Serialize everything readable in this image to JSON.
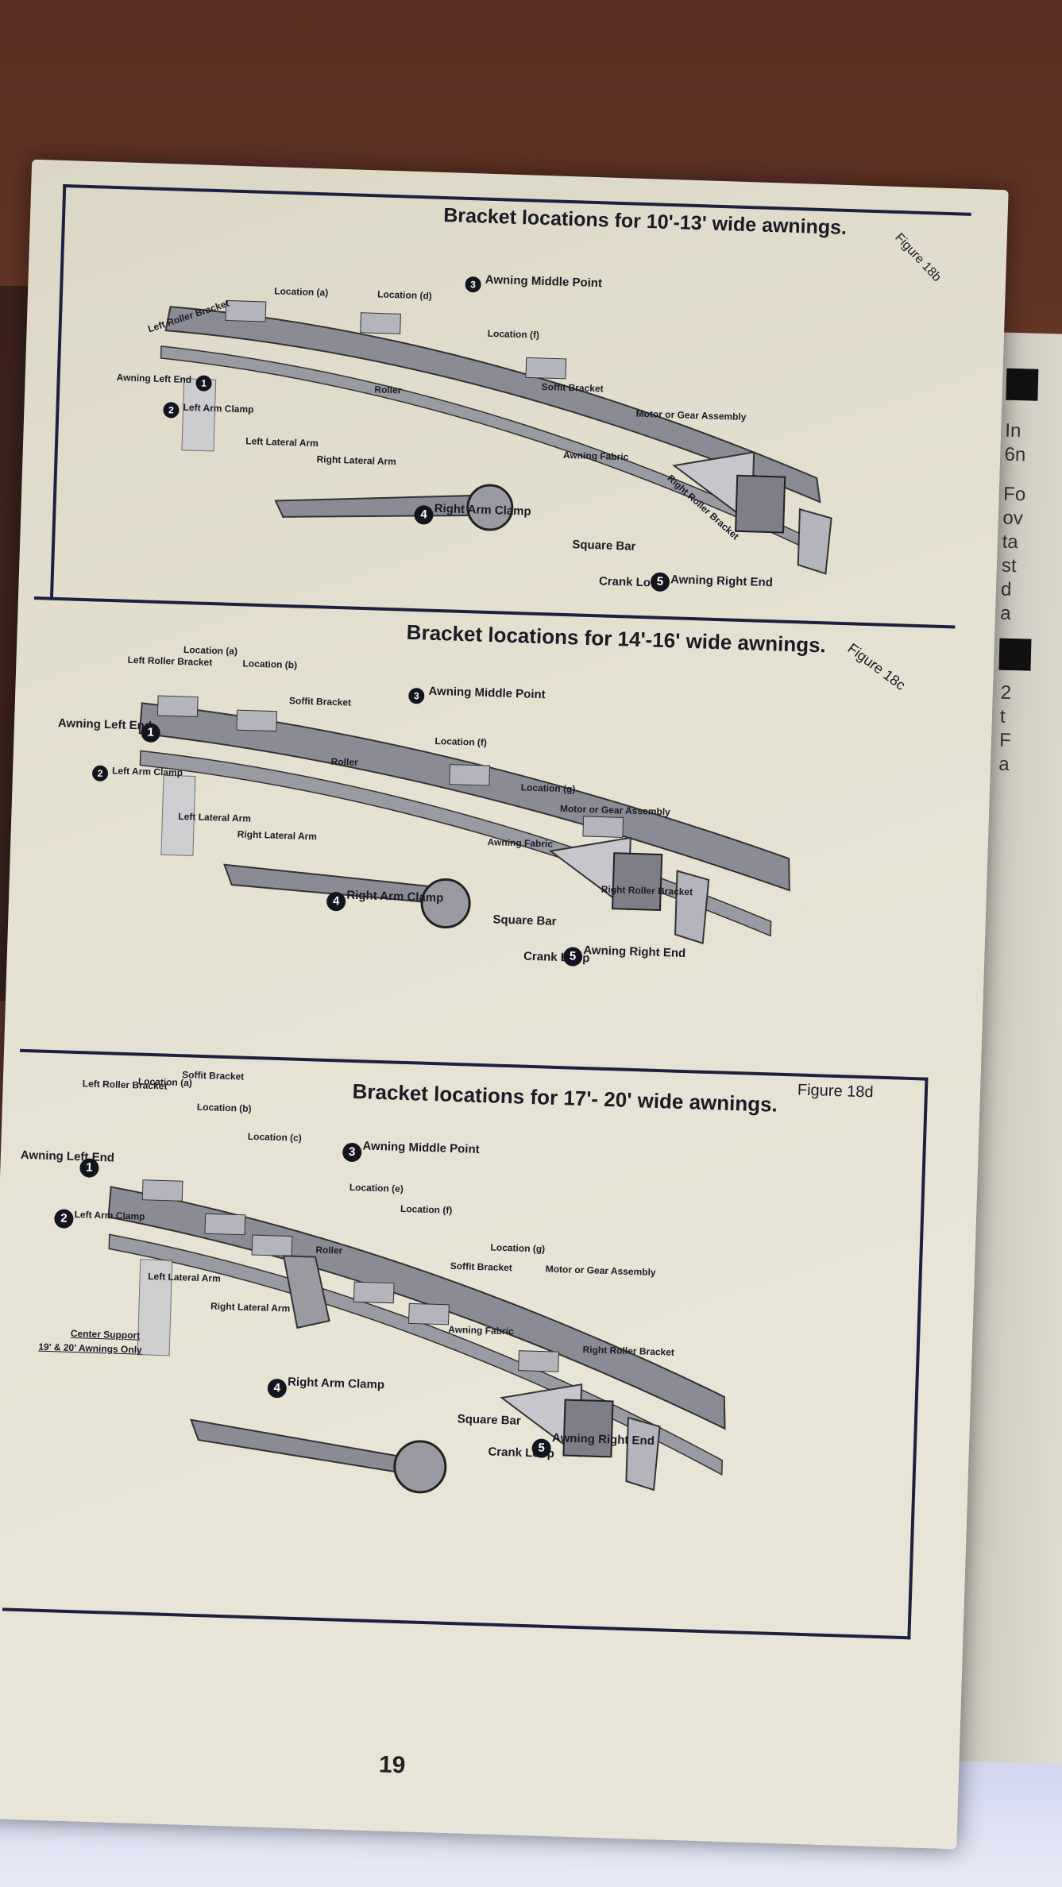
{
  "colors": {
    "ink": "#1c2140",
    "paper": "#e6e2d2",
    "metal": "#8b8b96",
    "metal_light": "#b4b4bd"
  },
  "panels": [
    {
      "title": "Bracket locations for 10'-13' wide awnings.",
      "figure": "Figure 18b",
      "labels": {
        "left_roller_bracket": "Left Roller Bracket",
        "location_a": "Location (a)",
        "location_d": "Location (d)",
        "middle_point": "Awning Middle Point",
        "location_f": "Location (f)",
        "left_end": "Awning Left End",
        "roller": "Roller",
        "soffit_bracket": "Soffit Bracket",
        "left_arm_clamp": "Left Arm Clamp",
        "motor": "Motor or Gear Assembly",
        "left_lateral_arm": "Left Lateral Arm",
        "right_lateral_arm": "Right Lateral Arm",
        "awning_fabric": "Awning Fabric",
        "right_arm_clamp": "Right Arm Clamp",
        "right_roller_bracket": "Right Roller Bracket",
        "square_bar": "Square Bar",
        "crank_loop": "Crank Loop",
        "right_end": "Awning Right End"
      }
    },
    {
      "title": "Bracket locations for 14'-16' wide awnings.",
      "figure": "Figure 18c",
      "labels": {
        "left_roller_bracket": "Left Roller Bracket",
        "location_a": "Location (a)",
        "location_b": "Location (b)",
        "soffit_bracket": "Soffit Bracket",
        "middle_point": "Awning Middle Point",
        "left_end": "Awning Left End",
        "location_f": "Location (f)",
        "roller": "Roller",
        "left_arm_clamp": "Left Arm Clamp",
        "location_g": "Location (g)",
        "motor": "Motor or Gear Assembly",
        "left_lateral_arm": "Left Lateral Arm",
        "right_lateral_arm": "Right Lateral Arm",
        "awning_fabric": "Awning Fabric",
        "right_arm_clamp": "Right Arm Clamp",
        "right_roller_bracket": "Right Roller Bracket",
        "square_bar": "Square Bar",
        "crank_loop": "Crank Loop",
        "right_end": "Awning Right End"
      }
    },
    {
      "title": "Bracket locations for 17'- 20' wide awnings.",
      "figure": "Figure 18d",
      "labels": {
        "left_roller_bracket": "Left Roller Bracket",
        "location_a": "Location (a)",
        "soffit_bracket": "Soffit Bracket",
        "location_b": "Location (b)",
        "location_c": "Location (c)",
        "middle_point": "Awning Middle Point",
        "left_end": "Awning Left End",
        "location_e": "Location (e)",
        "location_f": "Location (f)",
        "left_arm_clamp": "Left Arm Clamp",
        "roller": "Roller",
        "soffit_bracket_2": "Soffit Bracket",
        "location_g": "Location (g)",
        "motor": "Motor or Gear Assembly",
        "left_lateral_arm": "Left Lateral Arm",
        "right_lateral_arm": "Right Lateral Arm",
        "awning_fabric": "Awning Fabric",
        "right_roller_bracket": "Right Roller Bracket",
        "center_support": "Center Support",
        "center_support_note": "19' & 20' Awnings Only",
        "right_arm_clamp": "Right Arm Clamp",
        "square_bar": "Square Bar",
        "crank_loop": "Crank Loop",
        "right_end": "Awning Right End"
      }
    }
  ],
  "markers": [
    "1",
    "2",
    "3",
    "4",
    "5"
  ],
  "page_number": "19",
  "next_page_fragments": [
    "In",
    "6n",
    "Fo",
    "ov",
    "ta",
    "st",
    "d",
    "a",
    "2",
    "t",
    "F",
    "a"
  ]
}
